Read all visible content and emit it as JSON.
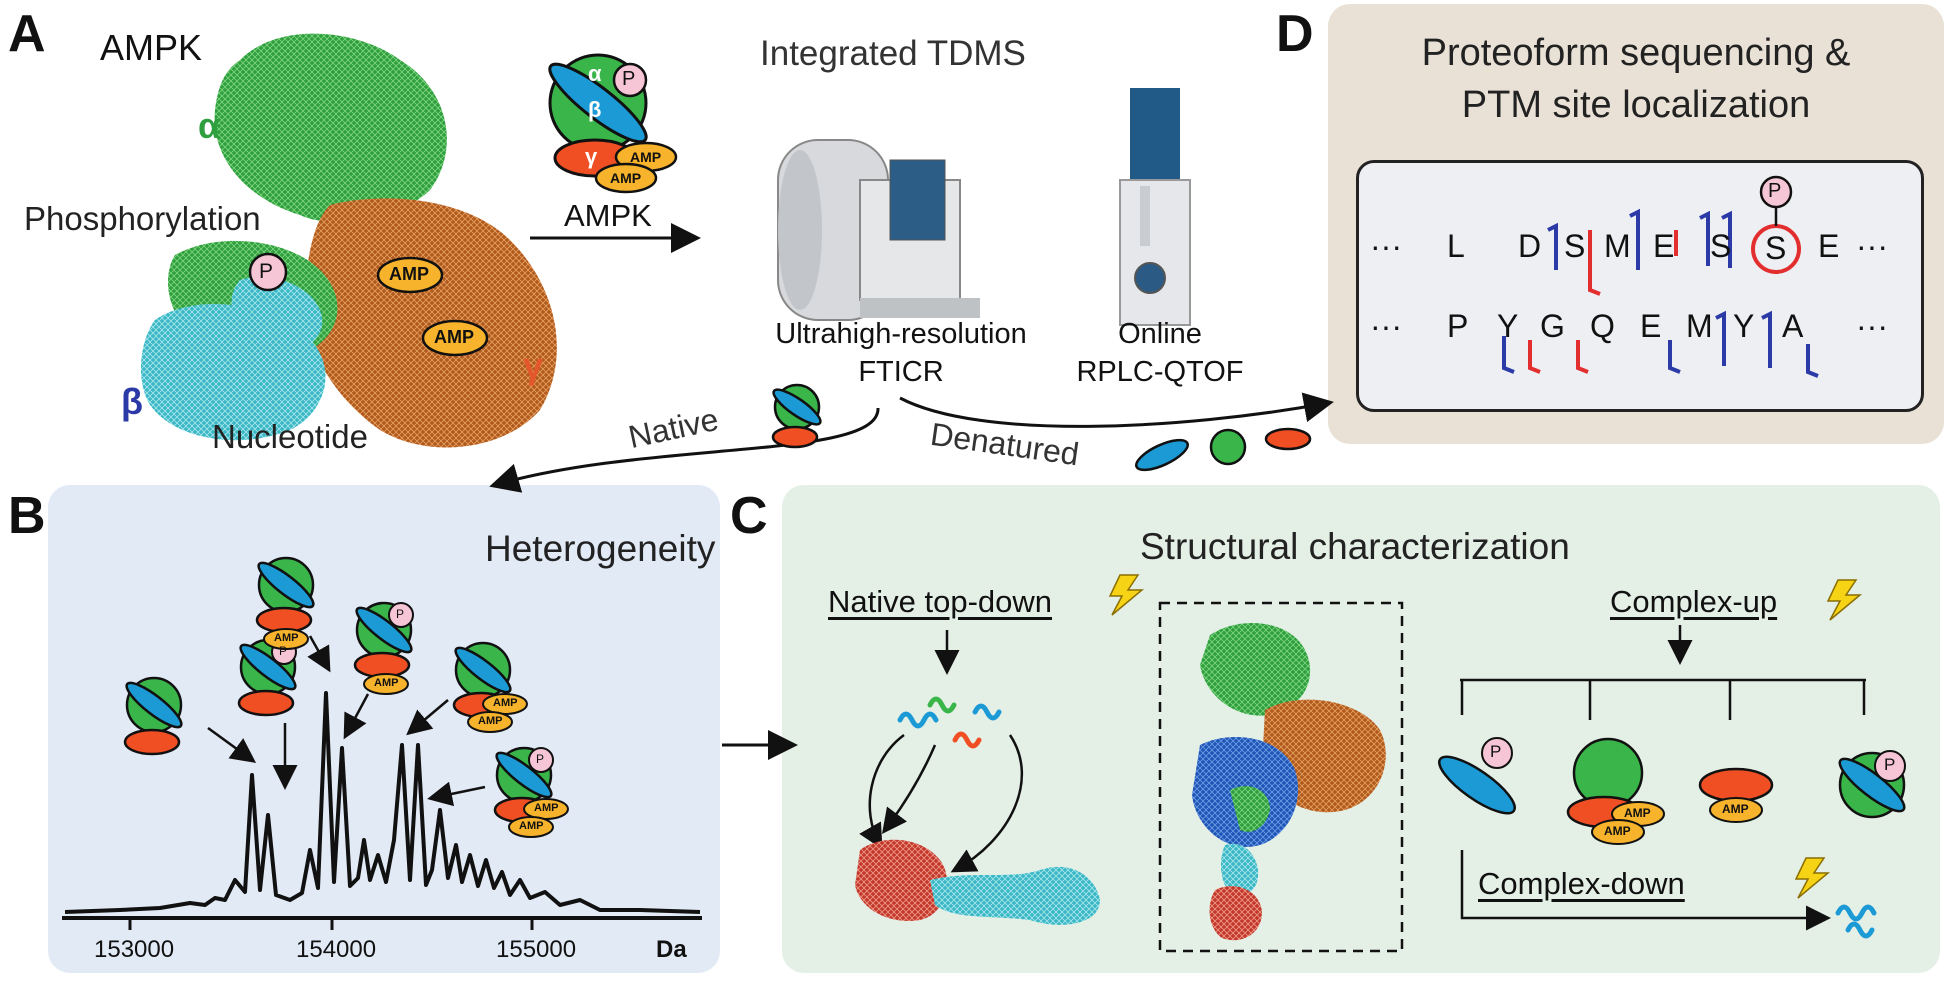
{
  "panels": {
    "a": "A",
    "b": "B",
    "c": "C",
    "d": "D"
  },
  "panel_a": {
    "title": "AMPK",
    "alpha": "α",
    "beta": "β",
    "gamma": "γ",
    "phosphorylation": "Phosphorylation",
    "nucleotide": "Nucleotide",
    "p_badge": "P",
    "amp_badge": "AMP",
    "complex_label": "AMPK",
    "workflow_title": "Integrated TDMS",
    "instrument1": [
      "Ultrahigh-resolution",
      "FTICR"
    ],
    "instrument2": [
      "Online",
      "RPLC-QTOF"
    ],
    "native": "Native",
    "denatured": "Denatured"
  },
  "panel_b": {
    "title": "Heterogeneity",
    "axis_ticks": [
      "153000",
      "154000",
      "155000"
    ],
    "axis_unit": "Da"
  },
  "panel_c": {
    "title": "Structural characterization",
    "native_top_down": "Native top-down",
    "complex_up": "Complex-up",
    "complex_down": "Complex-down"
  },
  "panel_d": {
    "title_line1": "Proteoform sequencing &",
    "title_line2": "PTM site localization",
    "row1": [
      "···",
      "L",
      "D",
      "S",
      "M",
      "E",
      "S",
      "S",
      "E",
      "···"
    ],
    "row2": [
      "···",
      "P",
      "Y",
      "G",
      "Q",
      "E",
      "M",
      "Y",
      "A",
      "···"
    ]
  },
  "colors": {
    "alpha": "#3ab54a",
    "beta": "#1b9ad6",
    "gamma": "#f04e23",
    "amp": "#f7b32b",
    "phospho": "#f6c6d6",
    "panel_b_bg": "#e2eaf6",
    "panel_c_bg": "#e4efe6",
    "panel_d_bg": "#e9e1d6"
  }
}
